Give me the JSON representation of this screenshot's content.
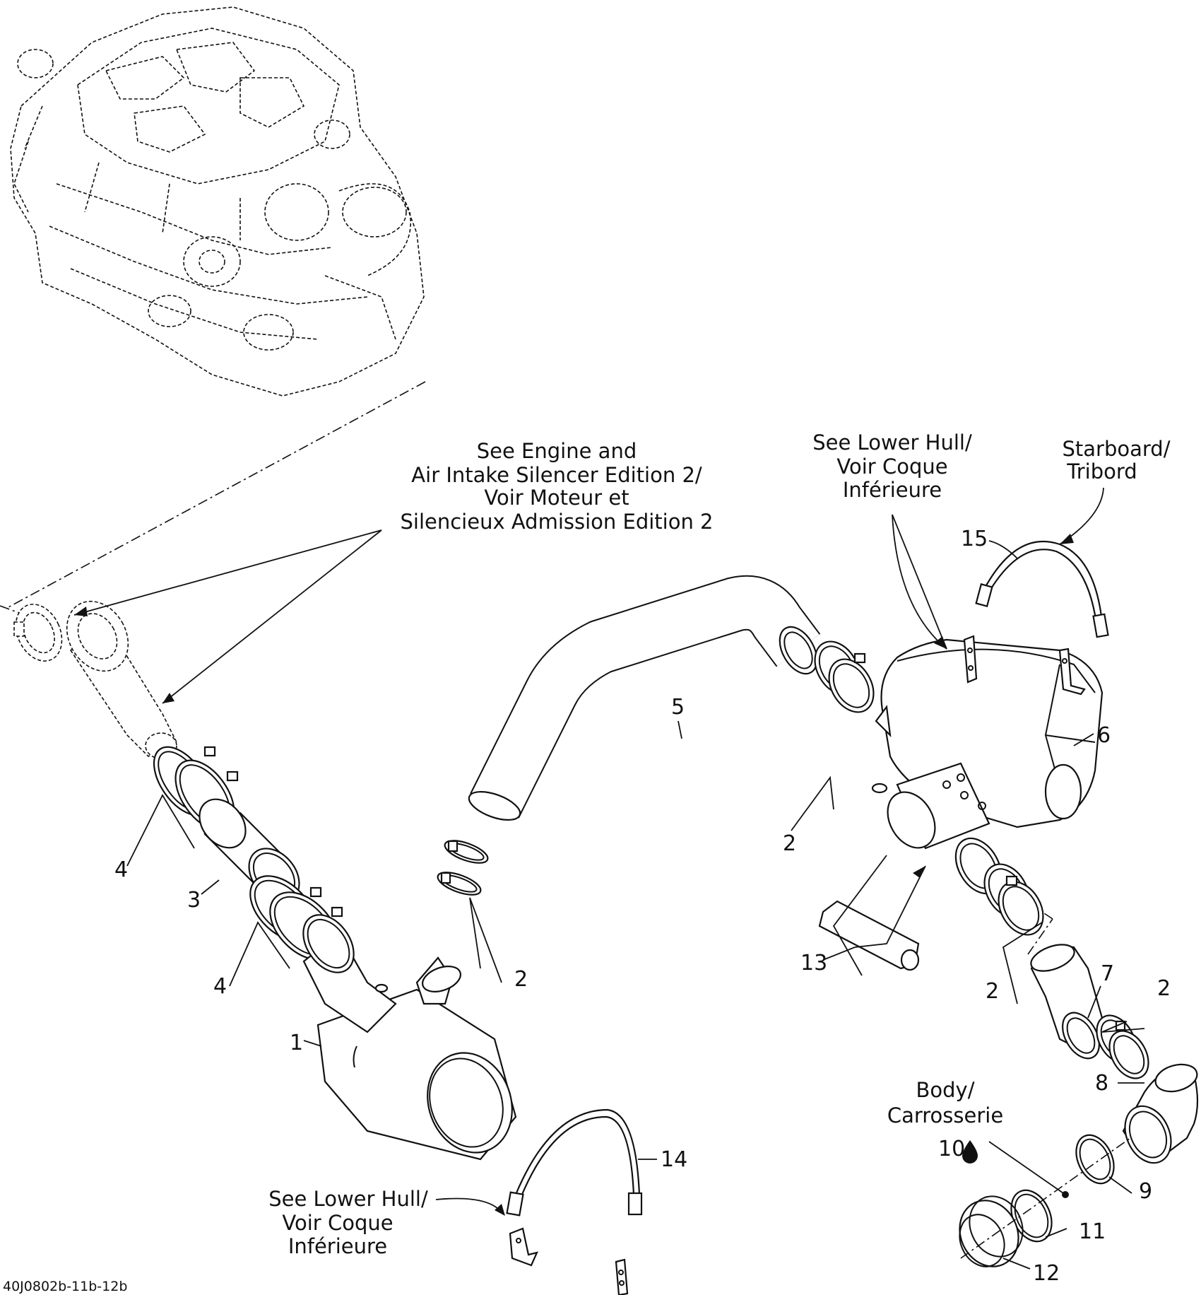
{
  "drawing_code": "40J0802b-11b-12b",
  "callouts": {
    "c1": "1",
    "c2a": "2",
    "c2b": "2",
    "c2c": "2",
    "c2d": "2",
    "c3": "3",
    "c4a": "4",
    "c4b": "4",
    "c5": "5",
    "c6": "6",
    "c7": "7",
    "c8": "8",
    "c9": "9",
    "c10": "10",
    "c11": "11",
    "c12": "12",
    "c13": "13",
    "c14": "14",
    "c15": "15"
  },
  "notes": {
    "engine_ref": [
      "See Engine and",
      "Air Intake Silencer Edition 2/",
      "Voir Moteur et",
      "Silencieux Admission Edition 2"
    ],
    "lower_hull_top": [
      "See Lower Hull/",
      "Voir Coque",
      "Inférieure"
    ],
    "lower_hull_bottom": [
      "See Lower Hull/",
      "Voir Coque",
      "Inférieure"
    ],
    "starboard": [
      "Starboard/",
      "Tribord"
    ],
    "body": [
      "Body/",
      "Carrosserie"
    ]
  },
  "icons": {
    "drop": "oil-drop-icon"
  }
}
